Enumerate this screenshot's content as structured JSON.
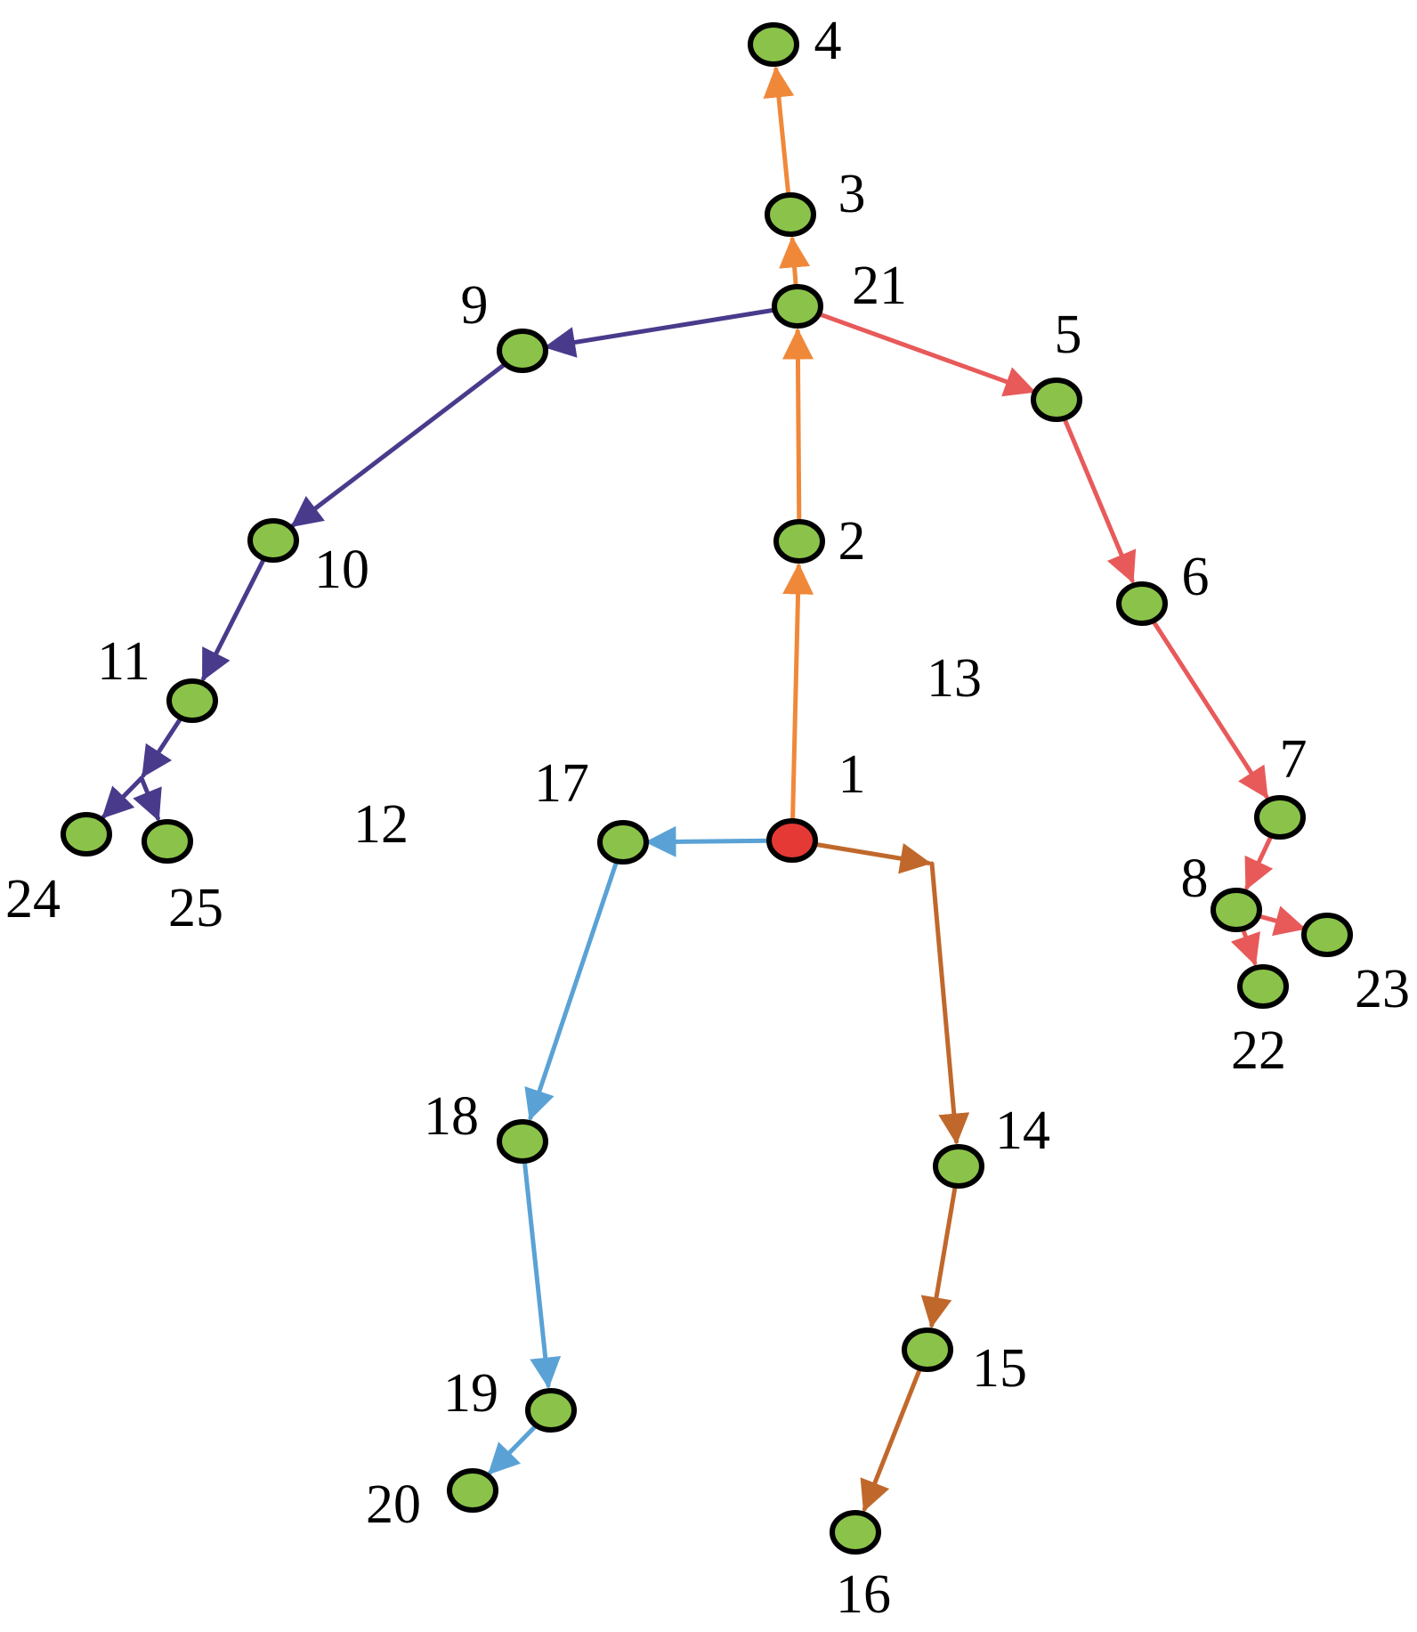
{
  "colors": {
    "root_fill": "#e53935",
    "joint_fill": "#8bc34a",
    "joint_stroke": "#000000",
    "spine": "#f0883a",
    "right_arm": "#e85a5a",
    "left_arm": "#4a3a8c",
    "left_leg": "#5aa2d5",
    "right_leg": "#c0682c"
  },
  "joints": [
    {
      "id": "1",
      "label": "1",
      "root": true
    },
    {
      "id": "2",
      "label": "2"
    },
    {
      "id": "3",
      "label": "3"
    },
    {
      "id": "4",
      "label": "4"
    },
    {
      "id": "5",
      "label": "5"
    },
    {
      "id": "6",
      "label": "6"
    },
    {
      "id": "7",
      "label": "7"
    },
    {
      "id": "8",
      "label": "8"
    },
    {
      "id": "9",
      "label": "9"
    },
    {
      "id": "10",
      "label": "10"
    },
    {
      "id": "11",
      "label": "11"
    },
    {
      "id": "12",
      "label": "12"
    },
    {
      "id": "13",
      "label": "13"
    },
    {
      "id": "14",
      "label": "14"
    },
    {
      "id": "15",
      "label": "15"
    },
    {
      "id": "16",
      "label": "16"
    },
    {
      "id": "17",
      "label": "17"
    },
    {
      "id": "18",
      "label": "18"
    },
    {
      "id": "19",
      "label": "19"
    },
    {
      "id": "20",
      "label": "20"
    },
    {
      "id": "21",
      "label": "21"
    },
    {
      "id": "22",
      "label": "22"
    },
    {
      "id": "23",
      "label": "23"
    },
    {
      "id": "24",
      "label": "24"
    },
    {
      "id": "25",
      "label": "25"
    }
  ],
  "edges": [
    {
      "from": "1",
      "to": "2",
      "group": "spine"
    },
    {
      "from": "2",
      "to": "21",
      "group": "spine"
    },
    {
      "from": "21",
      "to": "3",
      "group": "spine"
    },
    {
      "from": "3",
      "to": "4",
      "group": "spine"
    },
    {
      "from": "21",
      "to": "5",
      "group": "right_arm"
    },
    {
      "from": "5",
      "to": "6",
      "group": "right_arm"
    },
    {
      "from": "6",
      "to": "7",
      "group": "right_arm"
    },
    {
      "from": "7",
      "to": "8",
      "group": "right_arm"
    },
    {
      "from": "8",
      "to": "22",
      "group": "right_arm"
    },
    {
      "from": "8",
      "to": "23",
      "group": "right_arm"
    },
    {
      "from": "21",
      "to": "9",
      "group": "left_arm"
    },
    {
      "from": "9",
      "to": "10",
      "group": "left_arm"
    },
    {
      "from": "10",
      "to": "11",
      "group": "left_arm"
    },
    {
      "from": "11",
      "to": "12",
      "group": "left_arm"
    },
    {
      "from": "12",
      "to": "24",
      "group": "left_arm"
    },
    {
      "from": "12",
      "to": "25",
      "group": "left_arm"
    },
    {
      "from": "1",
      "to": "17",
      "group": "left_leg"
    },
    {
      "from": "17",
      "to": "18",
      "group": "left_leg"
    },
    {
      "from": "18",
      "to": "19",
      "group": "left_leg"
    },
    {
      "from": "19",
      "to": "20",
      "group": "left_leg"
    },
    {
      "from": "1",
      "to": "13",
      "group": "right_leg"
    },
    {
      "from": "13",
      "to": "14",
      "group": "right_leg"
    },
    {
      "from": "14",
      "to": "15",
      "group": "right_leg"
    },
    {
      "from": "15",
      "to": "16",
      "group": "right_leg"
    }
  ]
}
